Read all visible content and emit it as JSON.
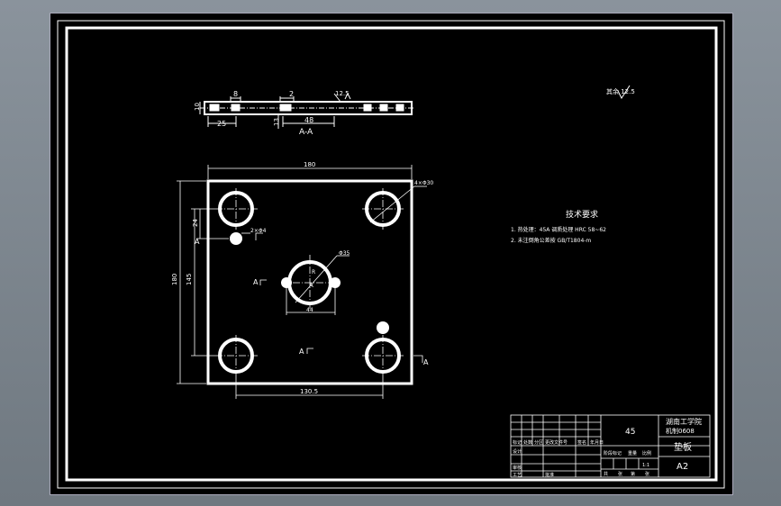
{
  "drawing": {
    "section": {
      "title": "A-A",
      "dims": {
        "d8": "8",
        "d2": "2",
        "d25": "25",
        "d48": "48",
        "d13": "13",
        "d10": "10"
      },
      "roughness": "12.5"
    },
    "roughness_symbol": "其余 12.5",
    "plan": {
      "dim_top": "180",
      "dim_left_outer": "180",
      "dim_left_inner": "145",
      "dim_left_small": "24",
      "dim_bottom": "130.5",
      "dim_center_width": "44",
      "hole_callout_corner": "4×Φ30",
      "hole_callout_pin": "2×Φ4",
      "hole_callout_center": "Φ35",
      "center_radius_label": "R",
      "section_marker": "A",
      "section_labels": [
        "A",
        "A",
        "A",
        "A"
      ]
    },
    "tech_requirements": {
      "heading": "技术要求",
      "items": [
        "1. 热处理：45A 调质处理 HRC 58~62",
        "2. 未注倒角公差按 GB/T1804-m"
      ]
    },
    "title_block": {
      "material": "45",
      "school": "湖南工学院",
      "class_id": "机制0608",
      "part_name": "垫板",
      "sheet_size": "A2",
      "small_labels": [
        "标记",
        "处数",
        "分区",
        "更改文件号",
        "签名",
        "年月日",
        "设计",
        "审核",
        "工艺",
        "批准",
        "阶段标记",
        "重量",
        "比例",
        "共",
        "张",
        "第",
        "张"
      ],
      "scale": "1:1"
    }
  }
}
